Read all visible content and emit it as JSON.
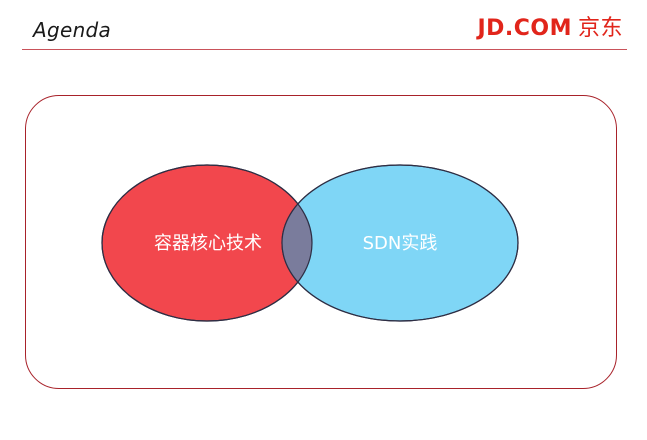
{
  "slide": {
    "title": "Agenda",
    "logo_text": "JD.COM",
    "logo_cn": "京东"
  },
  "venn": {
    "left_label": "容器核心技术",
    "right_label": "SDN实践",
    "colors": {
      "left": "#f2474d",
      "right": "#7fd6f6",
      "overlap": "#7a7c9c",
      "outline": "#2e2e44",
      "frame": "#a8222a",
      "accent": "#e1251b"
    }
  }
}
